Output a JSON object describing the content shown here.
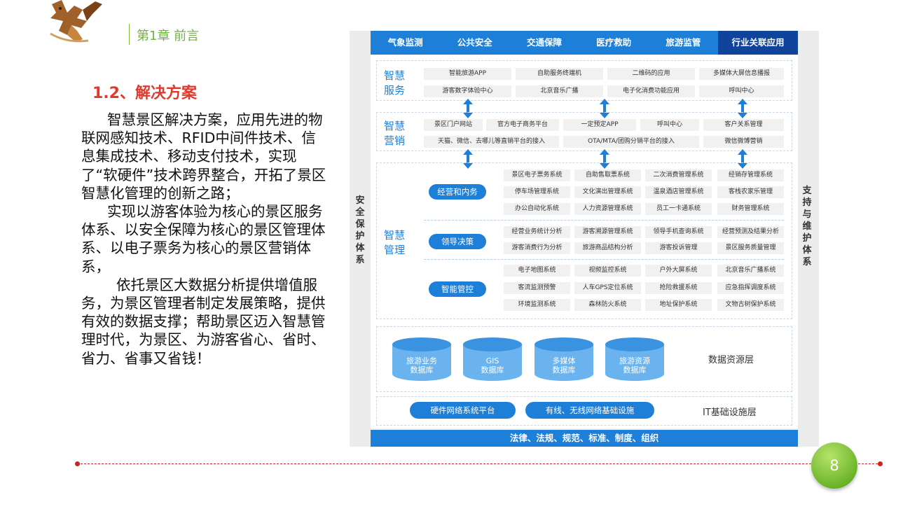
{
  "header": {
    "chapter": "第1章  前言"
  },
  "section_title": "1.2、解决方案",
  "body": {
    "p1": "智慧景区解决方案，应用先进的物联网感知技术、RFID中间件技术、信息集成技术、移动支付技术，实现了“软硬件”技术跨界整合，开拓了景区智慧化管理的创新之路；",
    "p2": "实现以游客体验为核心的景区服务体系、以安全保障为核心的景区管理体系、以电子票务为核心的景区营销体系，",
    "p3": "依托景区大数据分析提供增值服务，为景区管理者制定发展策略，提供有效的数据支撑；帮助景区迈入智慧管理时代，为景区、为游客省心、省时、省力、省事又省钱！"
  },
  "diagram": {
    "top_tabs": [
      "气象监测",
      "公共安全",
      "交通保障",
      "医疗救助",
      "旅游监管",
      "行业关联应用"
    ],
    "left_side": "安全保护体系",
    "right_side": "支持与维护体系",
    "service": {
      "label": "智慧服务",
      "rows": [
        [
          "智能旅游APP",
          "自助服务终端机",
          "二维码的应用",
          "多媒体大屏信息播报"
        ],
        [
          "游客数字体验中心",
          "北京音乐广播",
          "电子化消费功能应用",
          "呼叫中心"
        ]
      ]
    },
    "marketing": {
      "label": "智慧营销",
      "row1": [
        "景区门户网站",
        "官方电子商务平台",
        "一定预定APP",
        "呼叫中心",
        "客户关系管理"
      ],
      "row2": [
        "天猫、微信、去哪儿等直销平台的接入",
        "OTA/MTA/团购分销平台的接入",
        "微信微博营销"
      ]
    },
    "management": {
      "label": "智慧管理",
      "groups": [
        {
          "name": "经营和内务",
          "rows": [
            [
              "景区电子票务系统",
              "自助售取票系统",
              "二次消费管理系统",
              "经销存管理系统"
            ],
            [
              "停车场管理系统",
              "文化演出管理系统",
              "温泉酒店管理系统",
              "客栈农家乐管理"
            ],
            [
              "办公自动化系统",
              "人力资源管理系统",
              "员工一卡通系统",
              "财务管理系统"
            ]
          ]
        },
        {
          "name": "领导决策",
          "rows": [
            [
              "经营业务统计分析",
              "游客溯源管理系统",
              "领导手机查询系统",
              "经营预测及结果分析"
            ],
            [
              "游客消费行为分析",
              "旅游商品结构分析",
              "游客投诉管理",
              "景区服务质量管理"
            ]
          ]
        },
        {
          "name": "智能管控",
          "rows": [
            [
              "电子地图系统",
              "视频监控系统",
              "户外大屏系统",
              "北京音乐广播系统"
            ],
            [
              "客流监测预警",
              "人车GPS定位系统",
              "抢险救援系统",
              "应急指挥调度系统"
            ],
            [
              "环境监测系统",
              "森林防火系统",
              "地址保护系统",
              "文物古树保护系统"
            ]
          ]
        }
      ]
    },
    "data_layer": {
      "label": "数据资源层",
      "dbs": [
        [
          "旅游业务",
          "数据库"
        ],
        [
          "GIS",
          "数据库"
        ],
        [
          "多媒体",
          "数据库"
        ],
        [
          "旅游资源",
          "数据库"
        ]
      ]
    },
    "it_layer": {
      "label": "IT基础设施层",
      "items": [
        "硬件网络系统平台",
        "有线、无线网络基础设施"
      ]
    },
    "bottom_bar": "法律、法规、规范、标准、制度、组织",
    "colors": {
      "primary": "#1e7fd8",
      "dark_tab": "#10449a",
      "title_red": "#e03a2f",
      "chapter_green": "#6db33f"
    }
  },
  "page_number": "8"
}
